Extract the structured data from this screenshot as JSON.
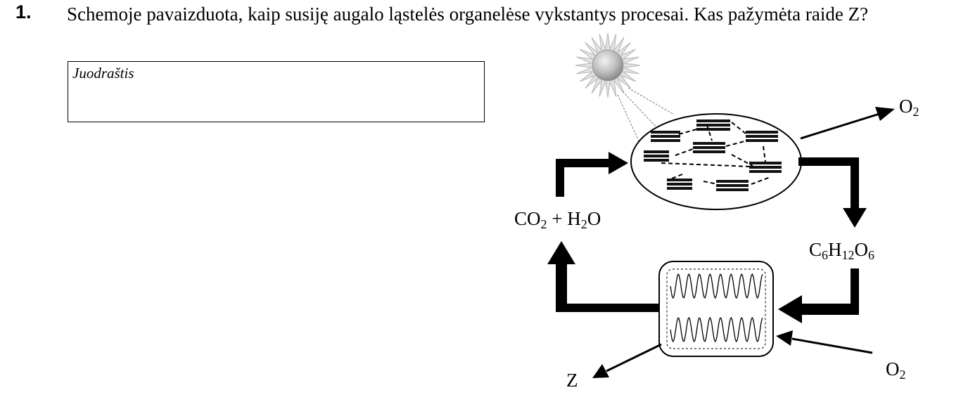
{
  "question": {
    "number": "1.",
    "text": "Schemoje pavaizduota, kaip susiję augalo ląstelės organelėse vykstantys procesai. Kas pažymėta raide Z?"
  },
  "draft": {
    "label": "Juodraštis"
  },
  "diagram": {
    "labels": {
      "o2_top": {
        "base": "O",
        "sub": "2"
      },
      "co2_h2o": {
        "part1": "CO",
        "sub1": "2",
        "part2": " + H",
        "sub2": "2",
        "part3": "O"
      },
      "glucose": {
        "part1": "C",
        "sub1": "6",
        "part2": "H",
        "sub2": "12",
        "part3": "O",
        "sub3": "6"
      },
      "o2_bottom": {
        "base": "O",
        "sub": "2"
      },
      "z": "Z"
    }
  }
}
